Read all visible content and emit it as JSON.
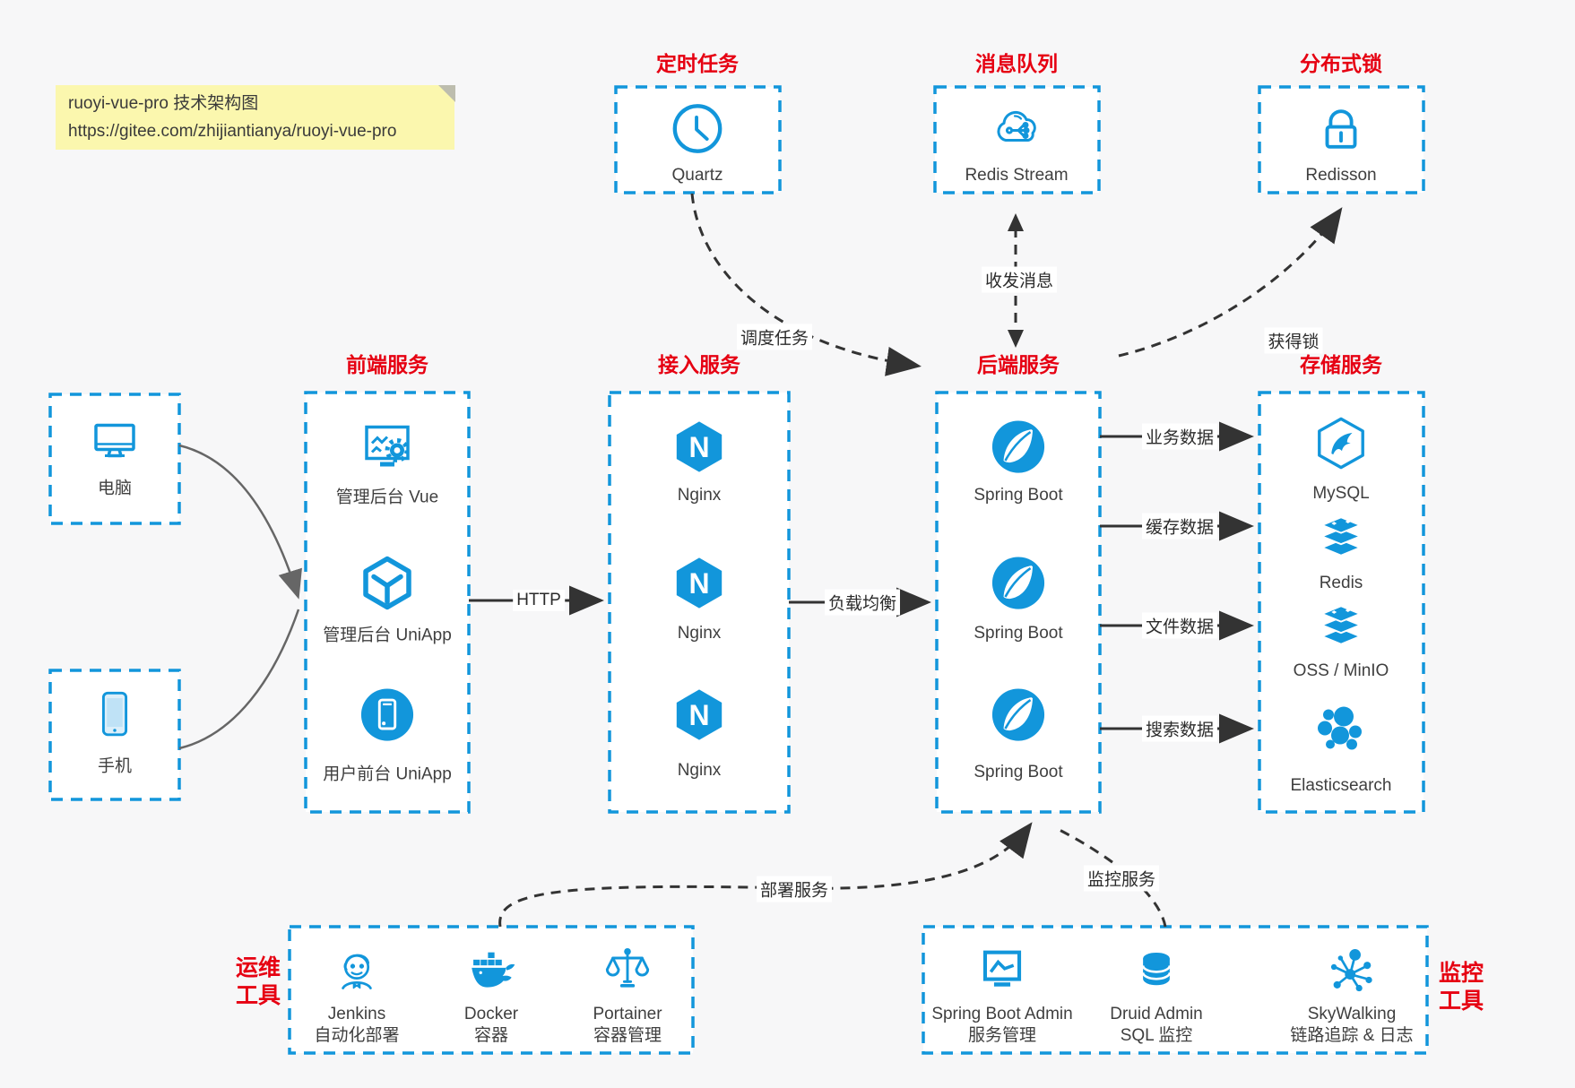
{
  "note": {
    "line1": "ruoyi-vue-pro 技术架构图",
    "line2": "https://gitee.com/zhijiantianya/ruoyi-vue-pro"
  },
  "palette": {
    "accent": "#1296db",
    "title_red": "#e60012",
    "ink": "#333333",
    "note_bg": "#fbf7ae"
  },
  "top": {
    "scheduled": {
      "title": "定时任务",
      "item": {
        "icon": "clock-icon",
        "label": "Quartz"
      }
    },
    "mq": {
      "title": "消息队列",
      "item": {
        "icon": "cloud-network-icon",
        "label": "Redis Stream"
      }
    },
    "lock": {
      "title": "分布式锁",
      "item": {
        "icon": "lock-icon",
        "label": "Redisson"
      }
    }
  },
  "clients": {
    "pc": {
      "icon": "desktop-icon",
      "label": "电脑"
    },
    "phone": {
      "icon": "smartphone-icon",
      "label": "手机"
    }
  },
  "columns": {
    "frontend": {
      "title": "前端服务",
      "items": [
        {
          "icon": "admin-vue-icon",
          "label": "管理后台 Vue"
        },
        {
          "icon": "uniapp-cube-icon",
          "label": "管理后台 UniApp"
        },
        {
          "icon": "user-app-icon",
          "label": "用户前台 UniApp"
        }
      ]
    },
    "gateway": {
      "title": "接入服务",
      "items": [
        {
          "icon": "nginx-icon",
          "label": "Nginx"
        },
        {
          "icon": "nginx-icon",
          "label": "Nginx"
        },
        {
          "icon": "nginx-icon",
          "label": "Nginx"
        }
      ]
    },
    "backend": {
      "title": "后端服务",
      "items": [
        {
          "icon": "spring-boot-icon",
          "label": "Spring Boot"
        },
        {
          "icon": "spring-boot-icon",
          "label": "Spring Boot"
        },
        {
          "icon": "spring-boot-icon",
          "label": "Spring Boot"
        }
      ]
    },
    "storage": {
      "title": "存储服务",
      "items": [
        {
          "icon": "mysql-icon",
          "label": "MySQL"
        },
        {
          "icon": "redis-stack-icon",
          "label": "Redis"
        },
        {
          "icon": "oss-stack-icon",
          "label": "OSS / MinIO"
        },
        {
          "icon": "elasticsearch-icon",
          "label": "Elasticsearch"
        }
      ]
    }
  },
  "bottom": {
    "ops": {
      "side_label": "运维\n工具",
      "items": [
        {
          "icon": "jenkins-icon",
          "label": "Jenkins",
          "sublabel": "自动化部署"
        },
        {
          "icon": "docker-icon",
          "label": "Docker",
          "sublabel": "容器"
        },
        {
          "icon": "portainer-icon",
          "label": "Portainer",
          "sublabel": "容器管理"
        }
      ]
    },
    "monitoring": {
      "side_label": "监控\n工具",
      "items": [
        {
          "icon": "spring-boot-admin-icon",
          "label": "Spring Boot Admin",
          "sublabel": "服务管理"
        },
        {
          "icon": "druid-icon",
          "label": "Druid Admin",
          "sublabel": "SQL 监控"
        },
        {
          "icon": "skywalking-icon",
          "label": "SkyWalking",
          "sublabel": "链路追踪 & 日志"
        }
      ]
    }
  },
  "edges": {
    "http": "HTTP",
    "load_balance": "负载均衡",
    "business": "业务数据",
    "cache": "缓存数据",
    "file": "文件数据",
    "search": "搜索数据",
    "schedule": "调度任务",
    "messages": "收发消息",
    "acquire_lock": "获得锁",
    "deploy": "部署服务",
    "monitor": "监控服务"
  }
}
